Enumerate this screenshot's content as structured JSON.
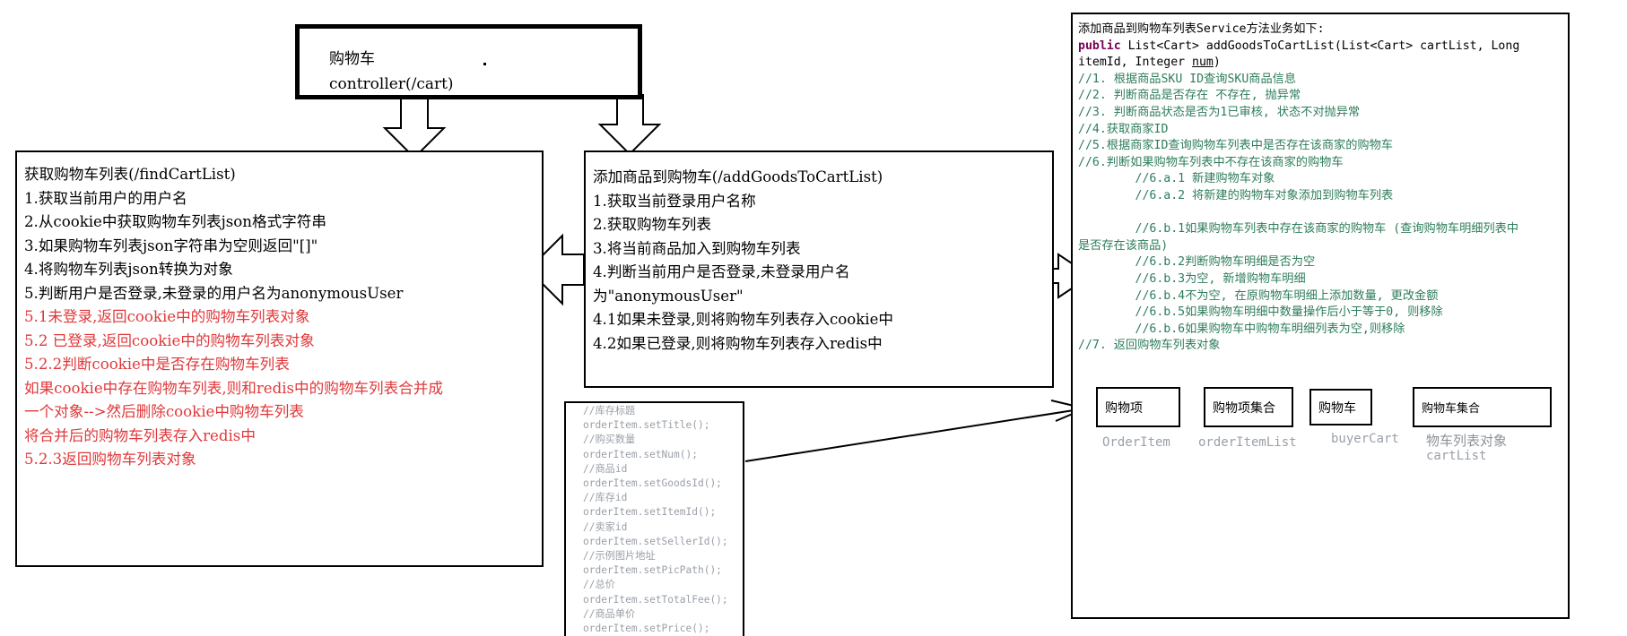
{
  "controller": {
    "title": "购物车",
    "subtitle": "controller(/cart)"
  },
  "find_cart_list": {
    "title": "获取购物车列表(/findCartList)",
    "steps_black": [
      "1.获取当前用户的用户名",
      "2.从cookie中获取购物车列表json格式字符串",
      "3.如果购物车列表json字符串为空则返回\"[]\"",
      "4.将购物车列表json转换为对象",
      "5.判断用户是否登录,未登录的用户名为anonymousUser"
    ],
    "steps_red": [
      "5.1未登录,返回cookie中的购物车列表对象",
      "5.2 已登录,返回cookie中的购物车列表对象",
      "5.2.2判断cookie中是否存在购物车列表",
      "如果cookie中存在购物车列表,则和redis中的购物车列表合并成",
      "一个对象-->然后删除cookie中购物车列表",
      "将合并后的购物车列表存入redis中",
      "5.2.3返回购物车列表对象"
    ]
  },
  "add_goods": {
    "title": "添加商品到购物车(/addGoodsToCartList)",
    "steps": [
      "1.获取当前登录用户名称",
      "2.获取购物车列表",
      "3.将当前商品加入到购物车列表",
      "4.判断当前用户是否登录,未登录用户名",
      "为\"anonymousUser\"",
      "4.1如果未登录,则将购物车列表存入cookie中",
      "4.2如果已登录,则将购物车列表存入redis中"
    ]
  },
  "service": {
    "heading": "添加商品到购物车列表Service方法业务如下:",
    "signature": {
      "keyword": "public",
      "line1_rest": " List<Cart> addGoodsToCartList(List<Cart> cartList, Long",
      "line2_pre": "itemId, Integer ",
      "line2_ul": "num",
      "line2_post": ")"
    },
    "comments": [
      "//1. 根据商品SKU ID查询SKU商品信息",
      "//2. 判断商品是否存在 不存在, 抛异常",
      "//3. 判断商品状态是否为1已审核, 状态不对抛异常",
      "//4.获取商家ID",
      "//5.根据商家ID查询购物车列表中是否存在该商家的购物车",
      "//6.判断如果购物车列表中不存在该商家的购物车",
      "        //6.a.1 新建购物车对象",
      "        //6.a.2 将新建的购物车对象添加到购物车列表",
      "",
      "        //6.b.1如果购物车列表中存在该商家的购物车 (查询购物车明细列表中",
      "是否存在该商品)",
      "        //6.b.2判断购物车明细是否为空",
      "        //6.b.3为空, 新增购物车明细",
      "        //6.b.4不为空, 在原购物车明细上添加数量, 更改金额",
      "        //6.b.5如果购物车明细中数量操作后小于等于0, 则移除",
      "        //6.b.6如果购物车中购物车明细列表为空,则移除",
      "//7. 返回购物车列表对象"
    ]
  },
  "model": {
    "boxes": [
      {
        "label": "购物项",
        "caption": "OrderItem"
      },
      {
        "label": "购物项集合",
        "caption": "orderItemList"
      },
      {
        "label": "购物车",
        "caption": "buyerCart"
      },
      {
        "label": "购物车集合",
        "caption": "物车列表对象"
      }
    ],
    "extra_caption": "cartList"
  },
  "code": {
    "lines": [
      "//库存标题",
      "orderItem.setTitle();",
      "//购买数量",
      "orderItem.setNum();",
      "//商品id",
      "orderItem.setGoodsId();",
      "//库存id",
      "orderItem.setItemId();",
      "//卖家id",
      "orderItem.setSellerId();",
      "//示例图片地址",
      "orderItem.setPicPath();",
      "//总价",
      "orderItem.setTotalFee();",
      "//商品单价",
      "orderItem.setPrice();"
    ]
  },
  "colors": {
    "red_text": "#e0383a",
    "green_comment": "#2e7d5b",
    "gray_text": "#9aa0a8",
    "keyword": "#7a0055"
  }
}
